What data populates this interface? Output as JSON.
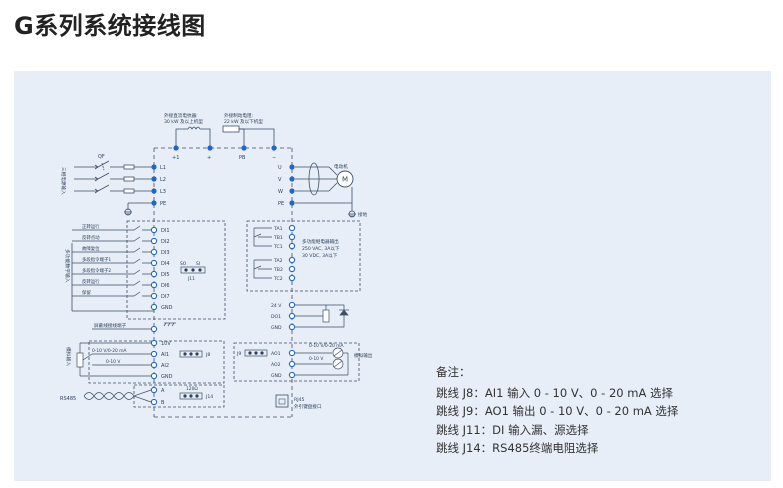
{
  "page": {
    "title": "G系列系统接线图"
  },
  "diagram": {
    "top_labels": {
      "dc_reactor": "外接直流电抗器:",
      "dc_reactor_note": "30 kW 及以上机型",
      "brake_resistor": "外接制动电阻:",
      "brake_resistor_note": "22 kW 及以下机型"
    },
    "bus_terminals": [
      "+1",
      "+",
      "PB",
      "−"
    ],
    "power_input": {
      "label": "三相电源输入",
      "breaker": "QF"
    },
    "input_terminals": [
      "L1",
      "L2",
      "L3",
      "PE"
    ],
    "output_terminals": [
      "U",
      "V",
      "W",
      "PE"
    ],
    "motor": {
      "label": "电动机",
      "symbol": "M",
      "ground": "接地"
    },
    "di_group": {
      "label": "多功能数字输入"
    },
    "di_terminals": [
      "DI1",
      "DI2",
      "DI3",
      "DI4",
      "DI5",
      "DI6",
      "DI7",
      "GND"
    ],
    "di_functions": [
      "正转运行",
      "反转点动",
      "故障复位",
      "多段指令端子1",
      "多段指令端子2",
      "反转运行",
      "保留"
    ],
    "j11": {
      "label": "J11",
      "left": "SO",
      "right": "SI"
    },
    "relay": {
      "terminals": [
        "TA1",
        "TB1",
        "TC1",
        "TA2",
        "TB2",
        "TC2"
      ],
      "desc": [
        "多功能继电器输出",
        "250 VAC, 3A以下",
        "30 VDC, 3A以下"
      ]
    },
    "shield": {
      "label": "屏蔽线接线端子"
    },
    "analog_in": {
      "label": "模拟输入",
      "terminals": [
        "10V",
        "AI1",
        "AI2",
        "GND"
      ],
      "ai1_range": "0-10 V/0-20 mA",
      "ai2_range": "0-10 V",
      "jumper": "J8"
    },
    "do_section": {
      "terminals": [
        "24 V",
        "DO1",
        "GND"
      ]
    },
    "analog_out": {
      "label": "模拟输出",
      "terminals": [
        "AO1",
        "AO2",
        "GND"
      ],
      "ao1_range": "0-10 V/0-20 mA",
      "ao2_range": "0-10 V",
      "jumper": "J9"
    },
    "rs485": {
      "label": "RS485",
      "terminals": [
        "A",
        "B"
      ],
      "resistor": "120Ω",
      "jumper": "J14"
    },
    "rj45": {
      "label": "RJ45",
      "desc": "外引键盘接口"
    }
  },
  "notes": {
    "title": "备注：",
    "lines": [
      "跳线 J8：AI1 输入 0 - 10 V、0 - 20 mA 选择",
      "跳线 J9：AO1 输出 0 - 10 V、0 - 20 mA 选择",
      "跳线 J11：DI 输入漏、源选择",
      "跳线 J14：RS485终端电阻选择"
    ]
  },
  "colors": {
    "panel": "#e7eef8",
    "terminal": "#1f67c8",
    "line": "#3d4e66"
  }
}
